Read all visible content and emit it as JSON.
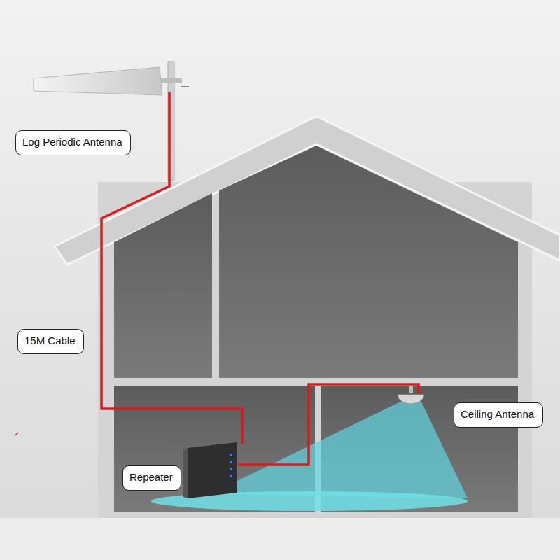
{
  "diagram": {
    "nodes": [
      {
        "text": [
          "Log Periodic Antenna"
        ]
      },
      {
        "text": [
          "15M Cable"
        ]
      },
      {
        "text": [
          "Ceiling Antenna"
        ]
      },
      {
        "text": [
          "Repeater"
        ]
      }
    ]
  }
}
